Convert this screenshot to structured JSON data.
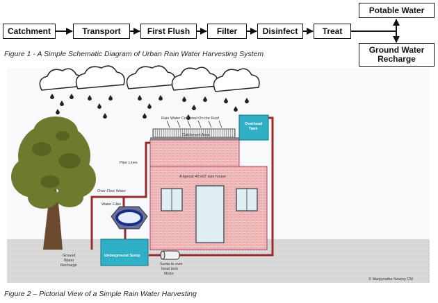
{
  "figure1": {
    "steps": [
      "Catchment",
      "Transport",
      "First Flush",
      "Filter",
      "Disinfect",
      "Treat"
    ],
    "outputs": [
      "Potable Water",
      "Ground Water\nRecharge"
    ],
    "caption": "Figure 1 - A Simple Schematic Diagram of Urban Rain Water Harvesting System"
  },
  "figure2": {
    "labels": {
      "roof_water": "Rain Water Collected On the Roof",
      "catchment_area": "Catchment Area",
      "overhead_tank": "Overhead\nTank",
      "pipe_lines": "Pipe Lines",
      "house": "A typical 40'x60' size house",
      "overflow": "Over Flow Water",
      "water_filter": "Water Filter",
      "sump": "Underground Sump",
      "ground_recharge": "Ground\nWater\nRecharge",
      "sump_motor": "Sump to over\nhead tank\nMotor",
      "credit": "© Manjunatha Swamy CM"
    },
    "caption": "Figure 2 – Pictorial View of a Simple Rain Water Harvesting"
  }
}
